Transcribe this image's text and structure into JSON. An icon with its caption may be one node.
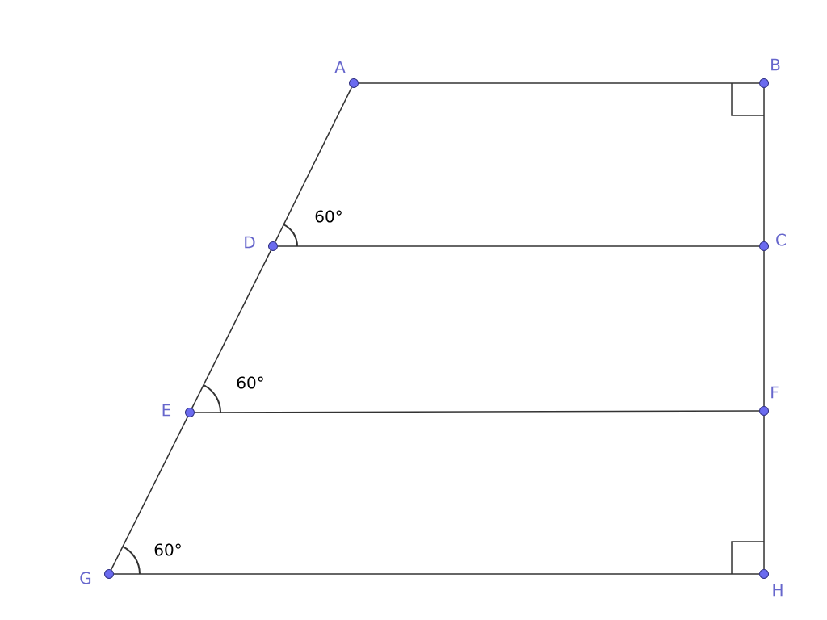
{
  "diagram": {
    "nodes": [
      {
        "text": [
          "A"
        ]
      },
      {
        "text": [
          "B"
        ]
      },
      {
        "text": [
          "C"
        ]
      },
      {
        "text": [
          "D"
        ]
      },
      {
        "text": [
          "E"
        ]
      },
      {
        "text": [
          "F"
        ]
      },
      {
        "text": [
          "G"
        ]
      },
      {
        "text": [
          "H"
        ]
      }
    ],
    "edges": [
      {
        "from": 0,
        "to": 1,
        "arrow": "none"
      },
      {
        "from": 1,
        "to": 2,
        "arrow": "none"
      },
      {
        "from": 2,
        "to": 5,
        "arrow": "none"
      },
      {
        "from": 5,
        "to": 7,
        "arrow": "none"
      },
      {
        "from": 7,
        "to": 6,
        "arrow": "none"
      },
      {
        "from": 6,
        "to": 4,
        "arrow": "none"
      },
      {
        "from": 4,
        "to": 3,
        "arrow": "none"
      },
      {
        "from": 3,
        "to": 0,
        "arrow": "none"
      },
      {
        "from": 3,
        "to": 2,
        "arrow": "none"
      },
      {
        "from": 4,
        "to": 5,
        "arrow": "none"
      }
    ],
    "labels": [
      "60°",
      "60°",
      "60°"
    ]
  }
}
